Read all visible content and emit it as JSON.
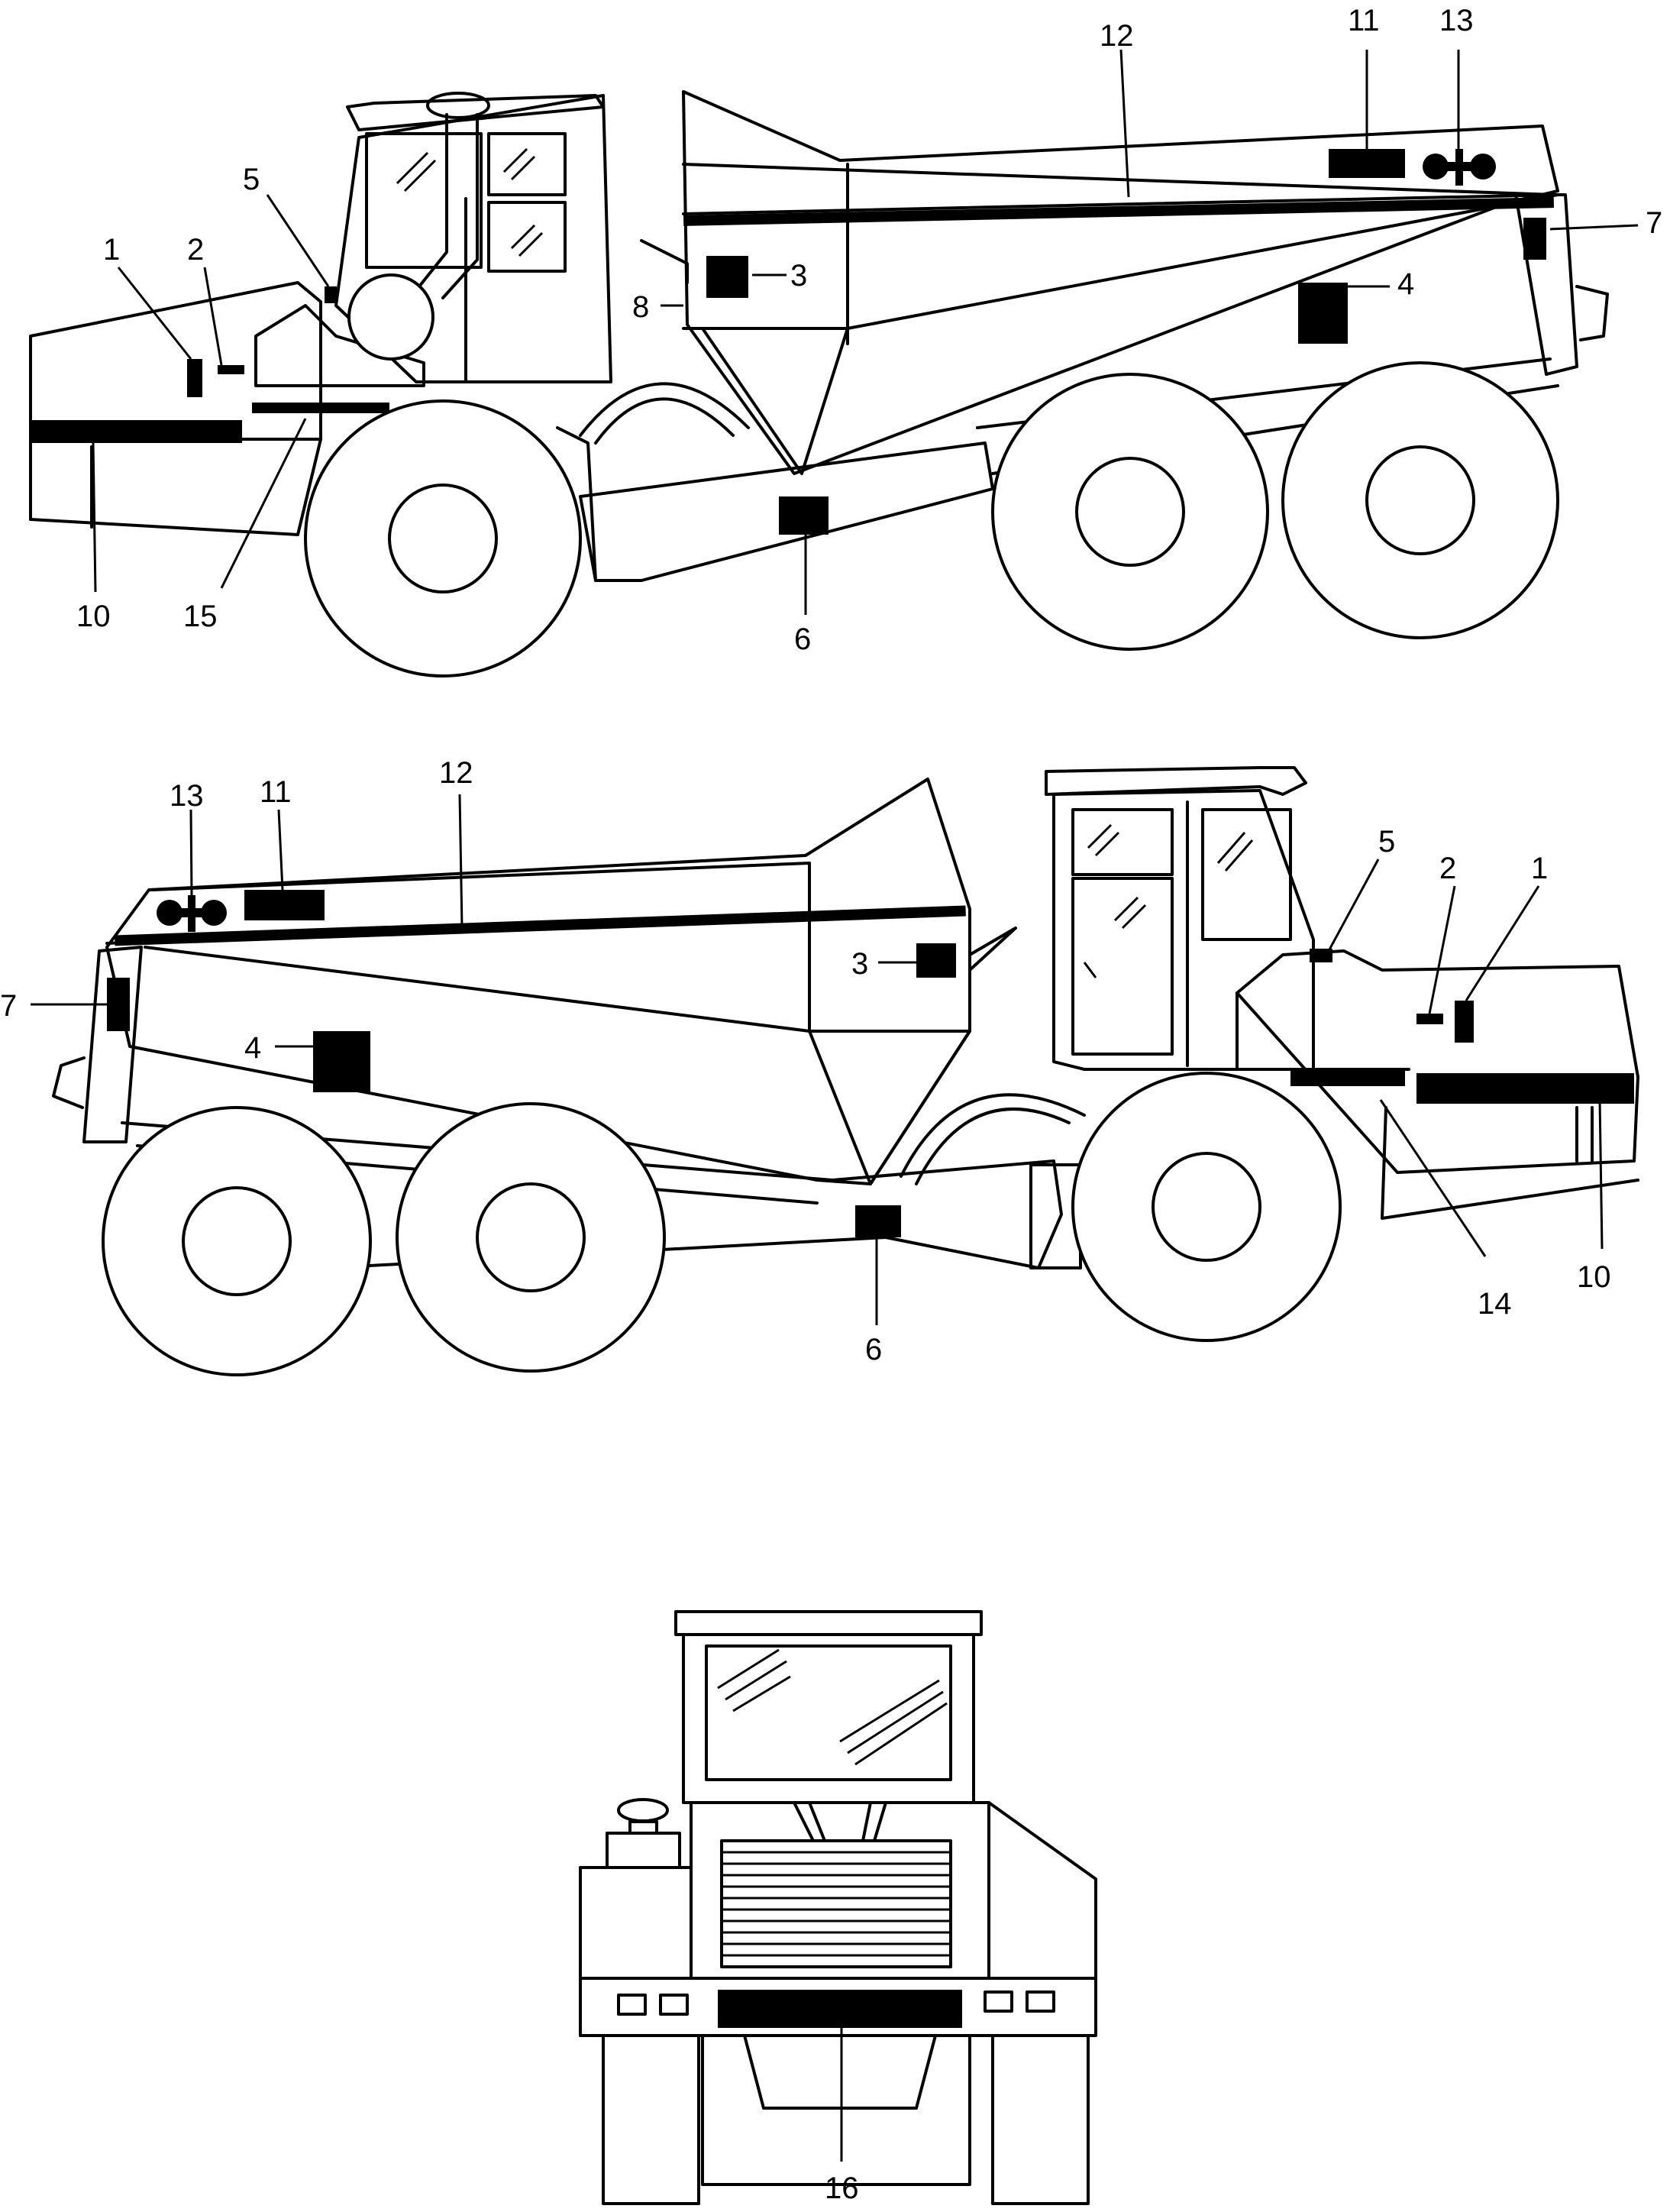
{
  "colors": {
    "line": "#000000",
    "background": "#ffffff"
  },
  "views": [
    {
      "id": "left-side-view",
      "callouts": [
        "1",
        "2",
        "3",
        "4",
        "5",
        "6",
        "7",
        "8",
        "10",
        "11",
        "12",
        "13",
        "15"
      ]
    },
    {
      "id": "right-side-view",
      "callouts": [
        "1",
        "2",
        "3",
        "4",
        "5",
        "6",
        "7",
        "10",
        "11",
        "12",
        "13",
        "14"
      ]
    },
    {
      "id": "rear-view",
      "callouts": [
        "16"
      ]
    }
  ],
  "labels": {
    "v1": {
      "c1": "1",
      "c2": "2",
      "c3": "3",
      "c4": "4",
      "c5": "5",
      "c6": "6",
      "c7": "7",
      "c8": "8",
      "c10": "10",
      "c11": "11",
      "c12": "12",
      "c13": "13",
      "c15": "15"
    },
    "v2": {
      "c1": "1",
      "c2": "2",
      "c3": "3",
      "c4": "4",
      "c5": "5",
      "c6": "6",
      "c7": "7",
      "c10": "10",
      "c11": "11",
      "c12": "12",
      "c13": "13",
      "c14": "14"
    },
    "v3": {
      "c16": "16"
    }
  }
}
